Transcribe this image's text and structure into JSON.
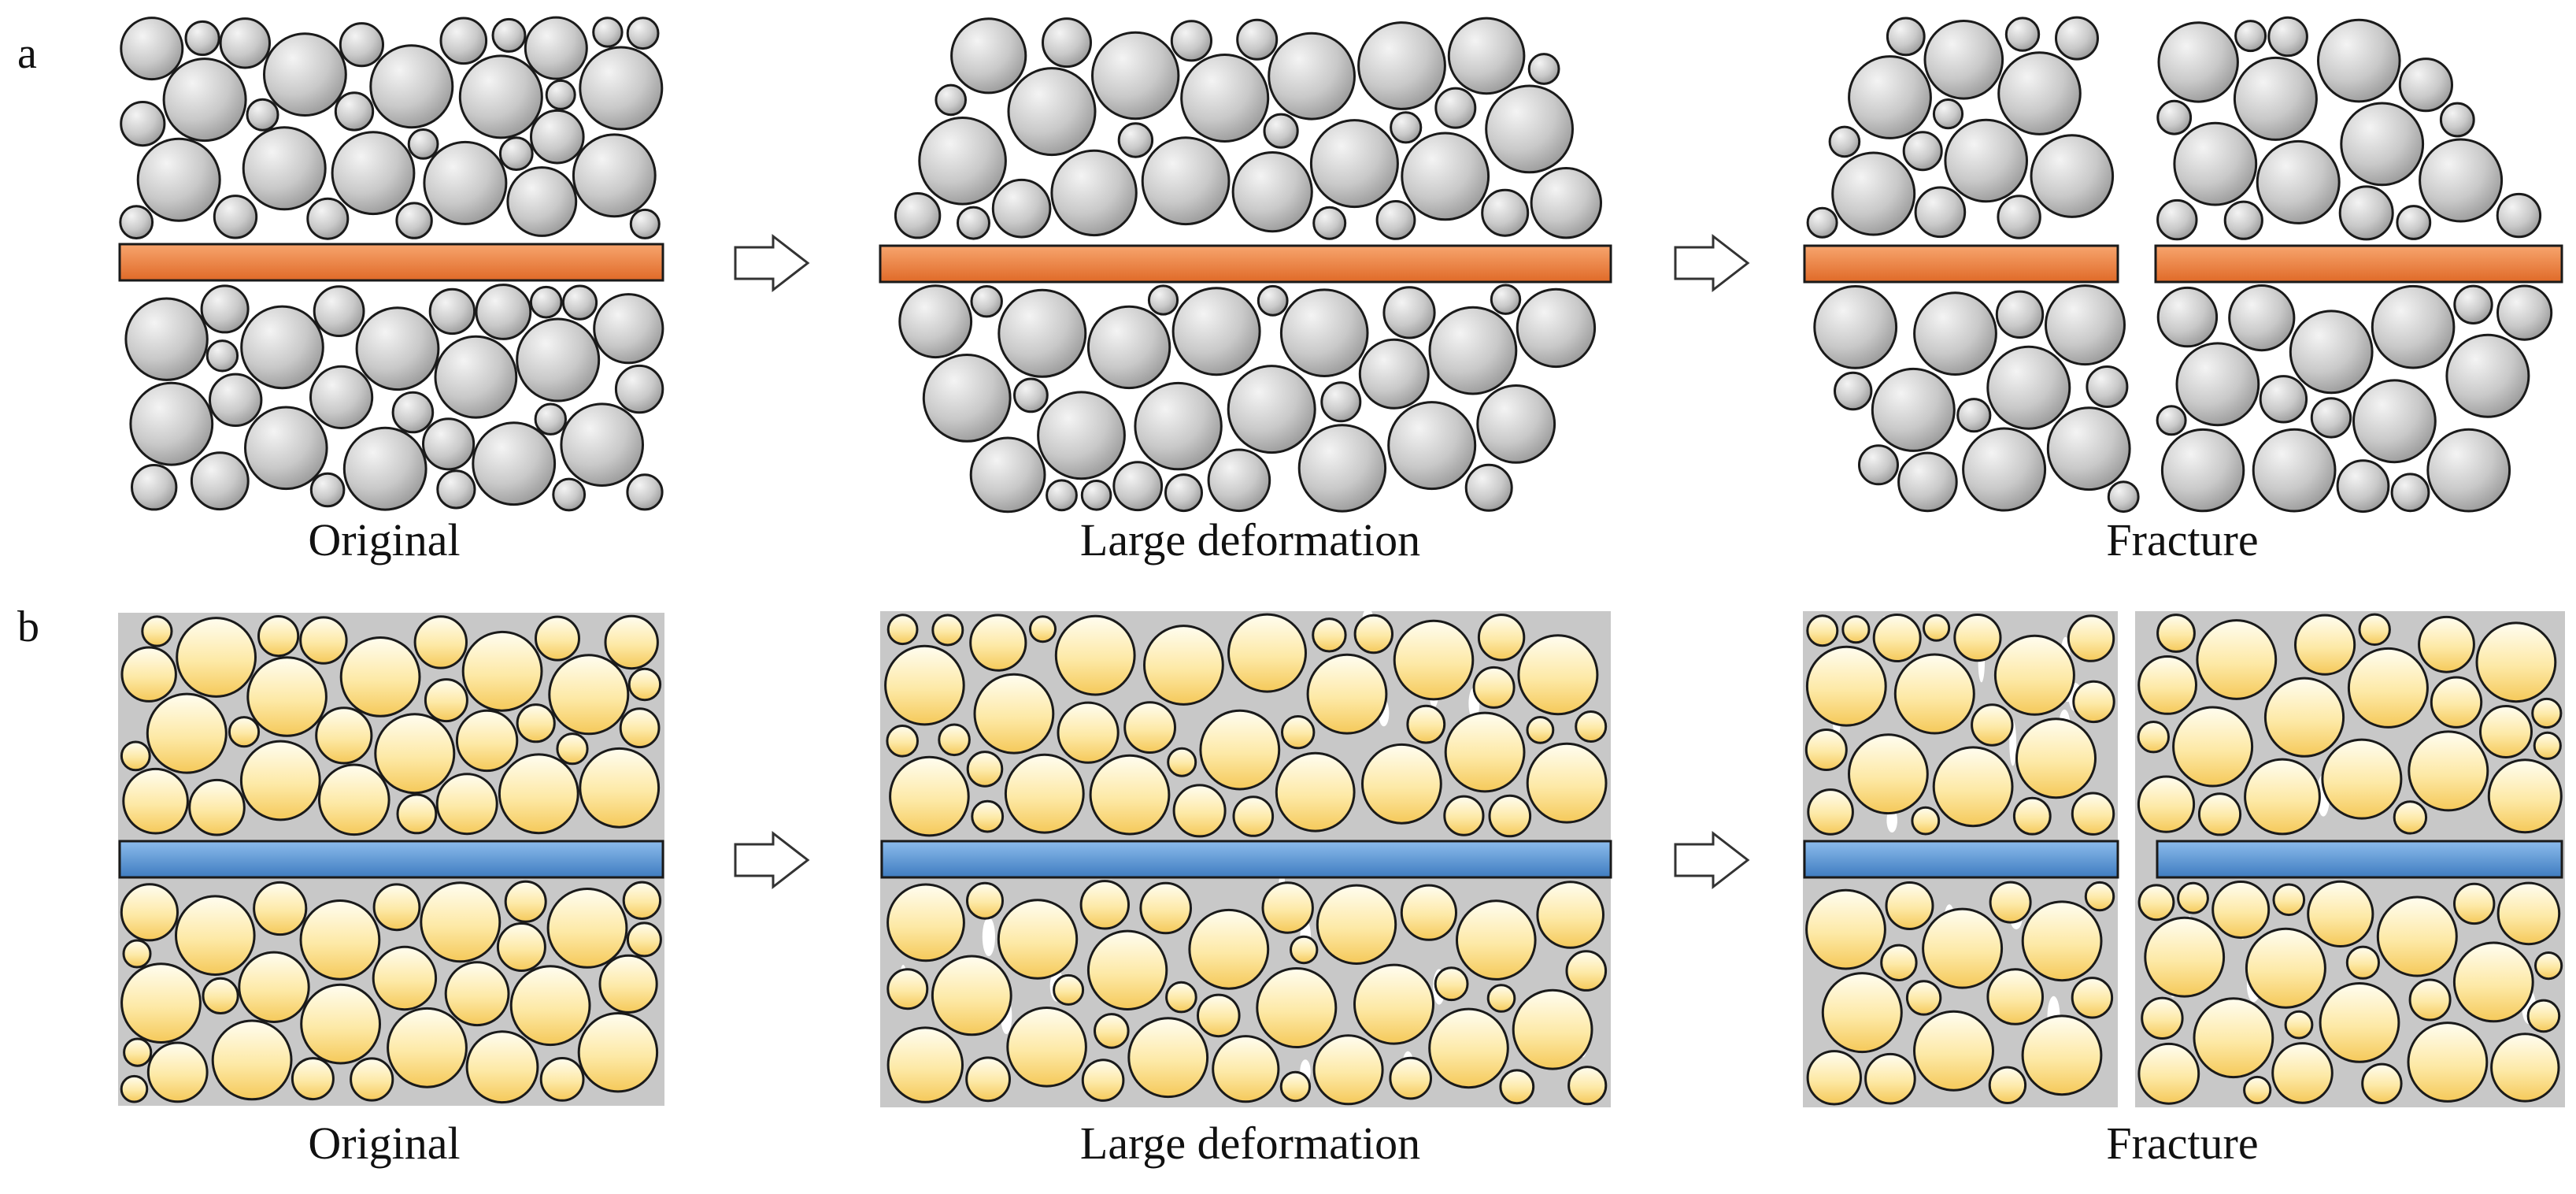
{
  "rows": [
    {
      "letter": "a",
      "theme": "gray",
      "captions": [
        "Original",
        "Large deformation",
        "Fracture"
      ]
    },
    {
      "letter": "b",
      "theme": "yellow",
      "captions": [
        "Original",
        "Large deformation",
        "Fracture"
      ]
    }
  ],
  "colors": {
    "gray_particle_light": "#f2f2f2",
    "gray_particle_dark": "#9a9a9a",
    "yellow_particle_light": "#fffbe6",
    "yellow_particle_dark": "#f5cd63",
    "matrix_gray": "#c8c8c8",
    "orange_bar": "#e8793a",
    "orange_bar_light": "#f7a36b",
    "blue_bar": "#4a86c8",
    "blue_bar_light": "#86b6e6",
    "outline": "#1a1a1a"
  },
  "icons": {
    "step_arrow": "hollow-right-arrow-icon"
  }
}
